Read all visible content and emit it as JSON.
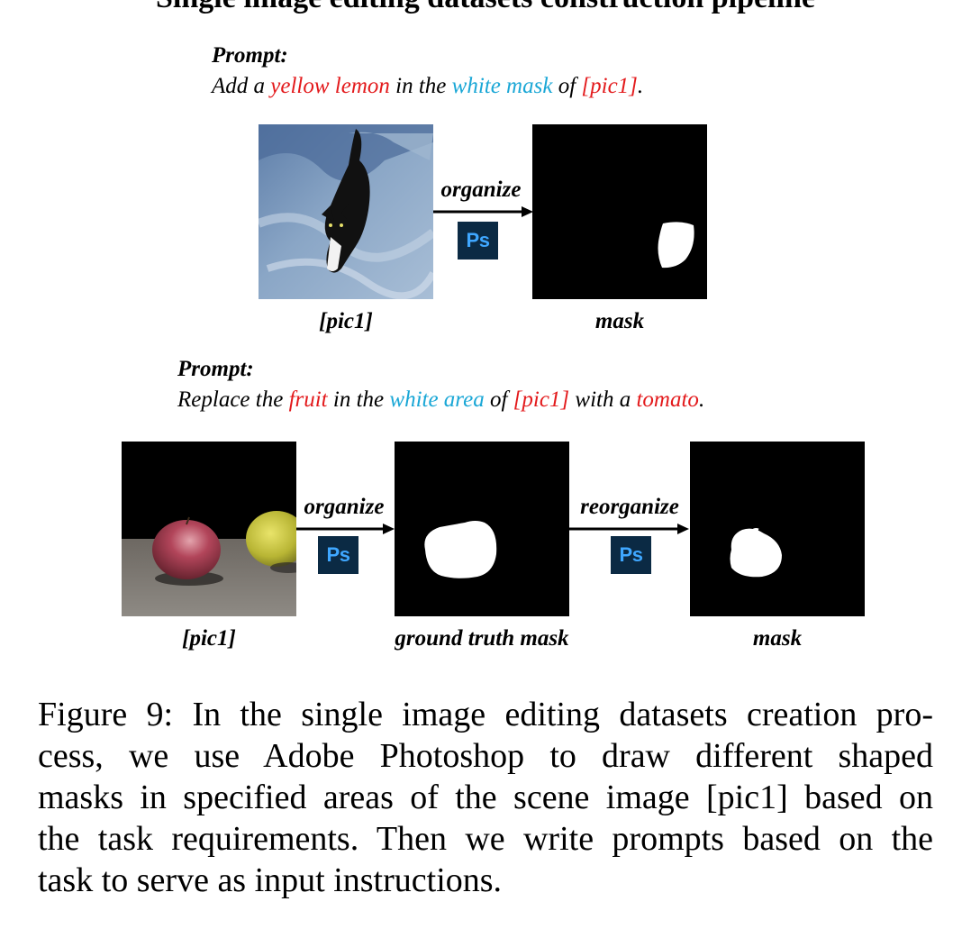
{
  "figure_title": "Single image editing datasets construction pipeline",
  "example1": {
    "prompt_label": "Prompt:",
    "prompt_parts": [
      {
        "text": "Add a ",
        "color": "#000000"
      },
      {
        "text": "yellow lemon",
        "color": "#e31a1c"
      },
      {
        "text": " in the ",
        "color": "#000000"
      },
      {
        "text": "white mask",
        "color": "#1aa7d6"
      },
      {
        "text": " of ",
        "color": "#000000"
      },
      {
        "text": "[pic1]",
        "color": "#e31a1c"
      },
      {
        "text": ".",
        "color": "#000000"
      }
    ],
    "source_caption": "[pic1]",
    "arrow_label": "organize",
    "tool_icon": "Ps",
    "mask_caption": "mask"
  },
  "example2": {
    "prompt_label": "Prompt:",
    "prompt_parts": [
      {
        "text": "Replace the ",
        "color": "#000000"
      },
      {
        "text": "fruit",
        "color": "#e31a1c"
      },
      {
        "text": " in the ",
        "color": "#000000"
      },
      {
        "text": "white area",
        "color": "#1aa7d6"
      },
      {
        "text": " of ",
        "color": "#000000"
      },
      {
        "text": "[pic1]",
        "color": "#e31a1c"
      },
      {
        "text": " with a ",
        "color": "#000000"
      },
      {
        "text": "tomato",
        "color": "#e31a1c"
      },
      {
        "text": ".",
        "color": "#000000"
      }
    ],
    "source_caption": "[pic1]",
    "arrow1_label": "organize",
    "tool_icon_1": "Ps",
    "gt_caption": "ground truth mask",
    "arrow2_label": "reorganize",
    "tool_icon_2": "Ps",
    "mask_caption": "mask"
  },
  "caption_lines": [
    "Figure 9: In the single image editing datasets creation pro-",
    "cess, we use Adobe Photoshop to draw different shaped",
    "masks in specified areas of the scene image [pic1] based on",
    "the task requirements. Then we write prompts based on the",
    "task to serve as input instructions."
  ],
  "colors": {
    "highlight_red": "#e31a1c",
    "highlight_cyan": "#1aa7d6",
    "ps_bg": "#0b2a44",
    "ps_fg": "#3fa7ff"
  }
}
